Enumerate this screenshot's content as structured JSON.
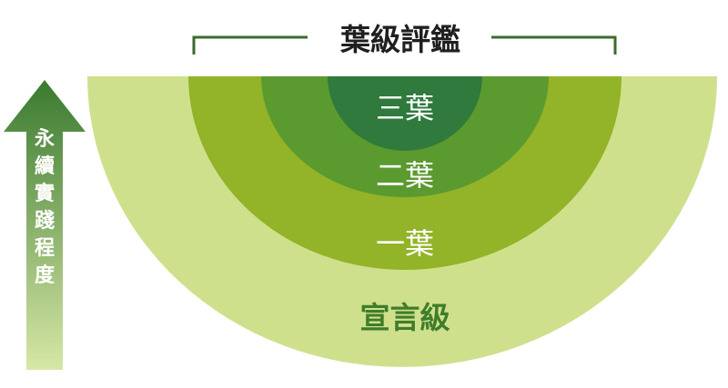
{
  "title": "葉級評鑑",
  "arrow_label": "永續實踐程度",
  "levels": [
    {
      "label": "三葉",
      "fill": "#2f7a3c",
      "text_color": "#ffffff"
    },
    {
      "label": "二葉",
      "fill": "#5b9a2f",
      "text_color": "#ffffff"
    },
    {
      "label": "一葉",
      "fill": "#93b328",
      "text_color": "#ffffff"
    },
    {
      "label": "宣言級",
      "fill": "#cfe08c",
      "text_color": "#3f7d2a"
    }
  ],
  "colors": {
    "bracket": "#3a6b2c",
    "title": "#1f1f1f",
    "arrow_top": "#3a7a2f",
    "arrow_bottom": "#d7e7a6"
  }
}
